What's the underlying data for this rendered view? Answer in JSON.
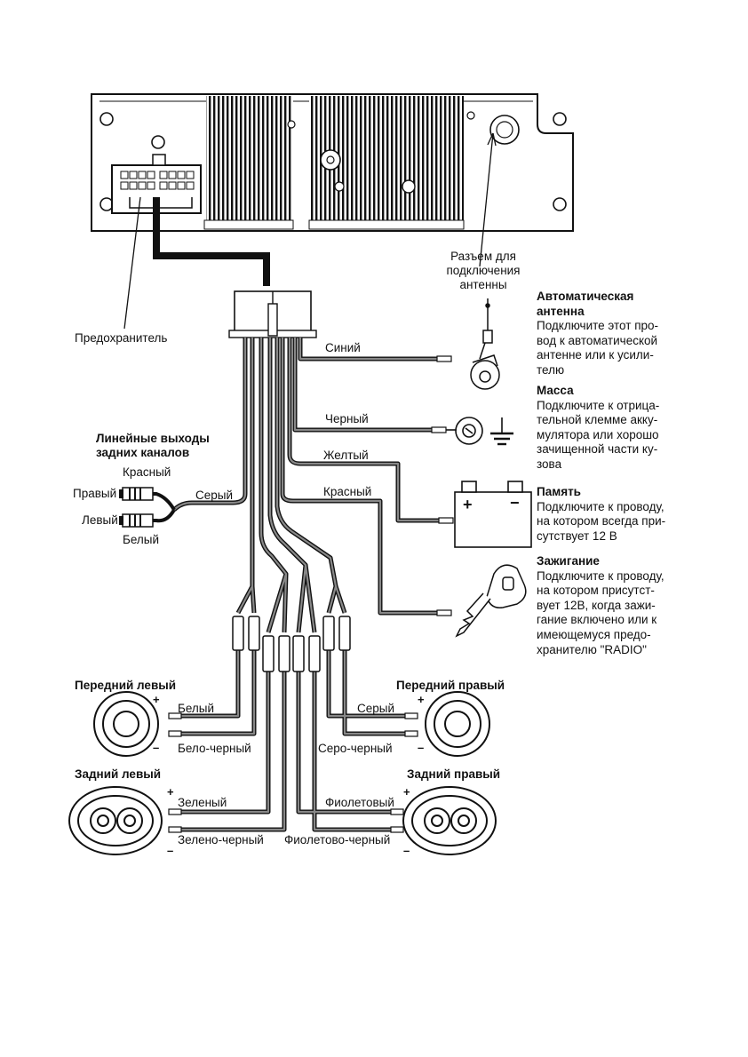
{
  "unit_labels": {
    "fuse": "Предохранитель",
    "antenna_jack": [
      "Разъем для",
      "подключения",
      "антенны"
    ]
  },
  "wire_labels": {
    "blue": "Синий",
    "black": "Черный",
    "yellow": "Желтый",
    "red": "Красный",
    "gray_rca": "Серый"
  },
  "rca": {
    "title": [
      "Линейные выходы",
      "задних каналов"
    ],
    "red": "Красный",
    "right": "Правый",
    "left": "Левый",
    "white": "Белый"
  },
  "descriptions": {
    "auto_antenna": {
      "heading": [
        "Автоматическая",
        "антенна"
      ],
      "text": [
        "Подключите этот про-",
        "вод к автоматической",
        "антенне или к усили-",
        "телю"
      ]
    },
    "ground": {
      "heading": [
        "Масса"
      ],
      "text": [
        "Подключите к отрица-",
        "тельной клемме акку-",
        "мулятора или хорошо",
        "зачищенной части ку-",
        "зова"
      ]
    },
    "memory": {
      "heading": [
        "Память"
      ],
      "text": [
        "Подключите к проводу,",
        "на котором всегда при-",
        "сутствует 12 В"
      ]
    },
    "ignition": {
      "heading": [
        "Зажигание"
      ],
      "text": [
        "Подключите к проводу,",
        "на котором присутст-",
        "вует 12В, когда зажи-",
        "гание включено или к",
        "имеющемуся предо-",
        "хранителю \"RADIO\""
      ]
    }
  },
  "battery_signs": {
    "plus": "+",
    "minus": "−"
  },
  "speakers": {
    "front_left": {
      "title": "Передний левый",
      "plus_wire": "Белый",
      "minus_wire": "Бело-черный"
    },
    "front_right": {
      "title": "Передний правый",
      "plus_wire": "Серый",
      "minus_wire": "Серо-черный"
    },
    "rear_left": {
      "title": "Задний левый",
      "plus_wire": "Зеленый",
      "minus_wire": "Зелено-черный"
    },
    "rear_right": {
      "title": "Задний правый",
      "plus_wire": "Фиолетовый",
      "minus_wire": "Фиолетово-черный"
    },
    "plus_sign": "+",
    "minus_sign": "–"
  },
  "icons": [
    "head-unit-chassis",
    "iso-connector",
    "antenna-icon",
    "ground-icon",
    "battery-icon",
    "ignition-key-icon",
    "speaker-icon",
    "rca-plug-icon"
  ]
}
